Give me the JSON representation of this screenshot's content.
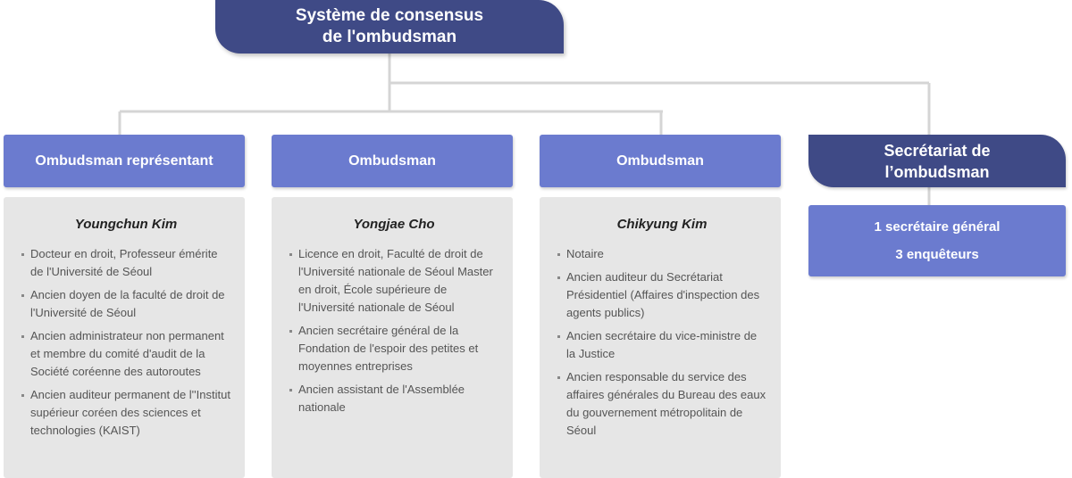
{
  "top": {
    "line1": "Système de consensus",
    "line2": "de l'ombudsman"
  },
  "members": [
    {
      "title": "Ombudsman représentant",
      "name": "Youngchun Kim",
      "items": [
        "Docteur en droit, Professeur émérite de l'Université de Séoul",
        "Ancien doyen de la faculté de droit de l'Université de Séoul",
        "Ancien administrateur non permanent et membre du comité d'audit de la Société coréenne des autoroutes",
        "Ancien auditeur permanent de l''Institut supérieur coréen des sciences et technologies (KAIST)"
      ]
    },
    {
      "title": "Ombudsman",
      "name": "Yongjae Cho",
      "items": [
        "Licence en droit, Faculté de droit de l'Université nationale de Séoul Master en droit, École supérieure de l'Université nationale de Séoul",
        "Ancien secrétaire général de la Fondation de l'espoir des petites et moyennes entreprises",
        "Ancien assistant de l'Assemblée nationale"
      ]
    },
    {
      "title": "Ombudsman",
      "name": "Chikyung Kim",
      "items": [
        "Notaire",
        "Ancien auditeur du Secrétariat Présidentiel (Affaires d'inspection des agents publics)",
        "Ancien secrétaire du vice-ministre de la Justice",
        "Ancien responsable du service des affaires générales du Bureau des eaux du gouvernement métropolitain de Séoul"
      ]
    }
  ],
  "secretariat": {
    "line1": "Secrétariat de",
    "line2": "l’ombudsman",
    "staff1": "1 secrétaire général",
    "staff2": "3 enquêteurs"
  },
  "colors": {
    "dark": "#3f4a86",
    "medium": "#6b7bcf",
    "panel": "#e6e6e6",
    "connector": "#d5d5d5"
  }
}
